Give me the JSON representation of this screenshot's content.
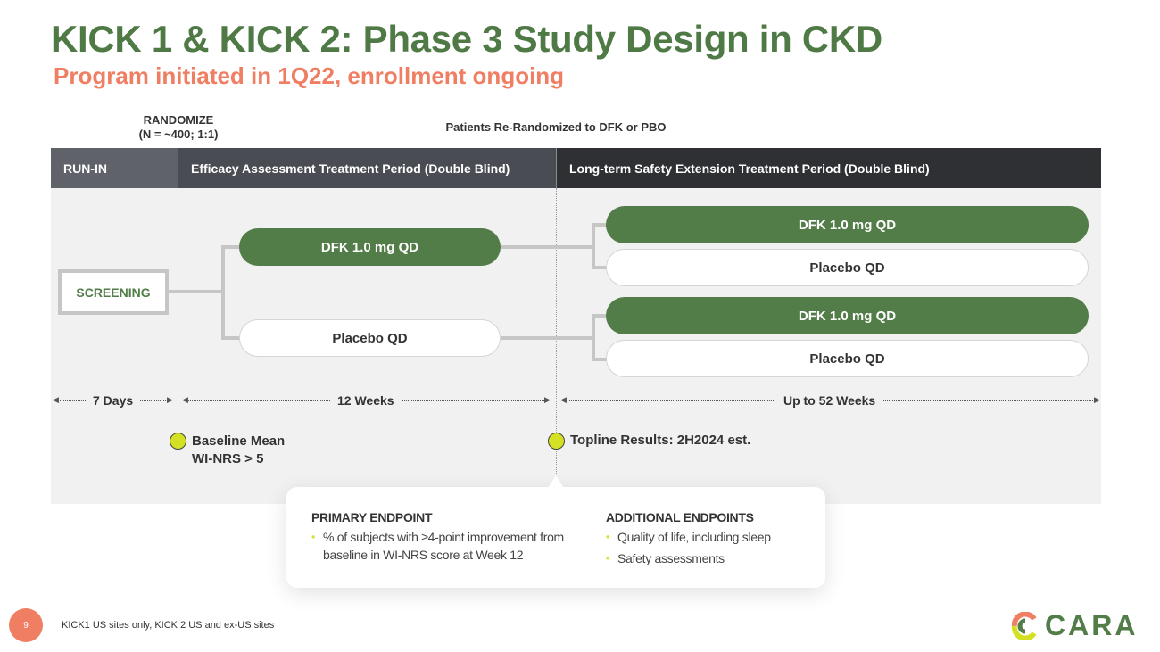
{
  "title": "KICK 1 & KICK 2: Phase 3 Study Design in CKD",
  "subtitle": "Program initiated in 1Q22, enrollment ongoing",
  "randomize": {
    "line1": "RANDOMIZE",
    "line2": "(N = ~400; 1:1)"
  },
  "rerandomize": "Patients Re-Randomized to DFK or PBO",
  "periods": [
    "RUN-IN",
    "Efficacy Assessment Treatment Period (Double Blind)",
    "Long-term Safety Extension Treatment Period (Double Blind)"
  ],
  "screening": "SCREENING",
  "arms": {
    "dfk": "DFK 1.0 mg QD",
    "placebo": "Placebo QD"
  },
  "extension_arms": [
    "DFK 1.0 mg QD",
    "Placebo QD",
    "DFK 1.0 mg QD",
    "Placebo QD"
  ],
  "durations": [
    "7 Days",
    "12 Weeks",
    "Up to 52 Weeks"
  ],
  "milestones": {
    "baseline_1": "Baseline Mean",
    "baseline_2": "WI-NRS > 5",
    "topline": "Topline Results: 2H2024 est."
  },
  "endpoints": {
    "primary_title": "PRIMARY ENDPOINT",
    "primary_items": [
      "% of subjects with ≥4-point improvement from baseline in WI-NRS score at Week 12"
    ],
    "additional_title": "ADDITIONAL ENDPOINTS",
    "additional_items": [
      "Quality of life, including sleep",
      "Safety assessments"
    ]
  },
  "footer": {
    "page": "9",
    "note": "KICK1 US sites only, KICK 2 US and ex-US sites"
  },
  "logo": "CARA",
  "colors": {
    "green": "#527c48",
    "salmon": "#ef7e62",
    "lime": "#d4e024"
  }
}
